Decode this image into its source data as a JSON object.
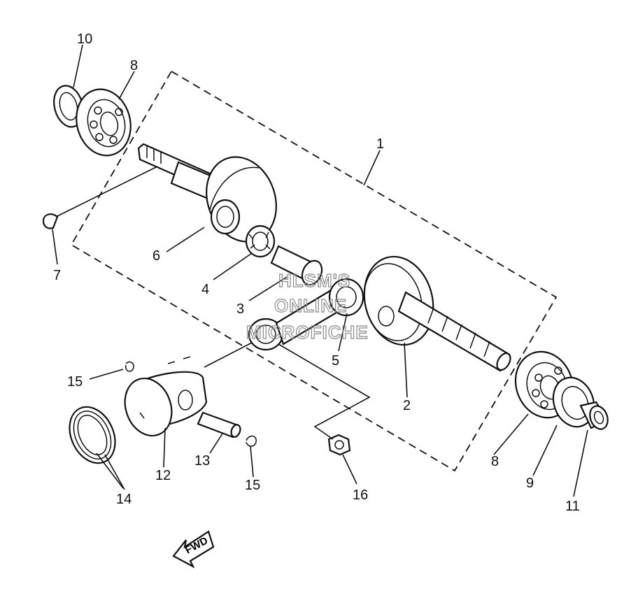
{
  "watermark": [
    "HLSM'S",
    "ONLINE",
    "MICROFICHE"
  ],
  "fwd_label": "FWD",
  "callouts": {
    "c1": "1",
    "c2": "2",
    "c3": "3",
    "c4": "4",
    "c5": "5",
    "c6": "6",
    "c7": "7",
    "c8a": "8",
    "c8b": "8",
    "c9": "9",
    "c10": "10",
    "c11": "11",
    "c12": "12",
    "c13": "13",
    "c14": "14",
    "c15a": "15",
    "c15b": "15",
    "c16": "16"
  }
}
